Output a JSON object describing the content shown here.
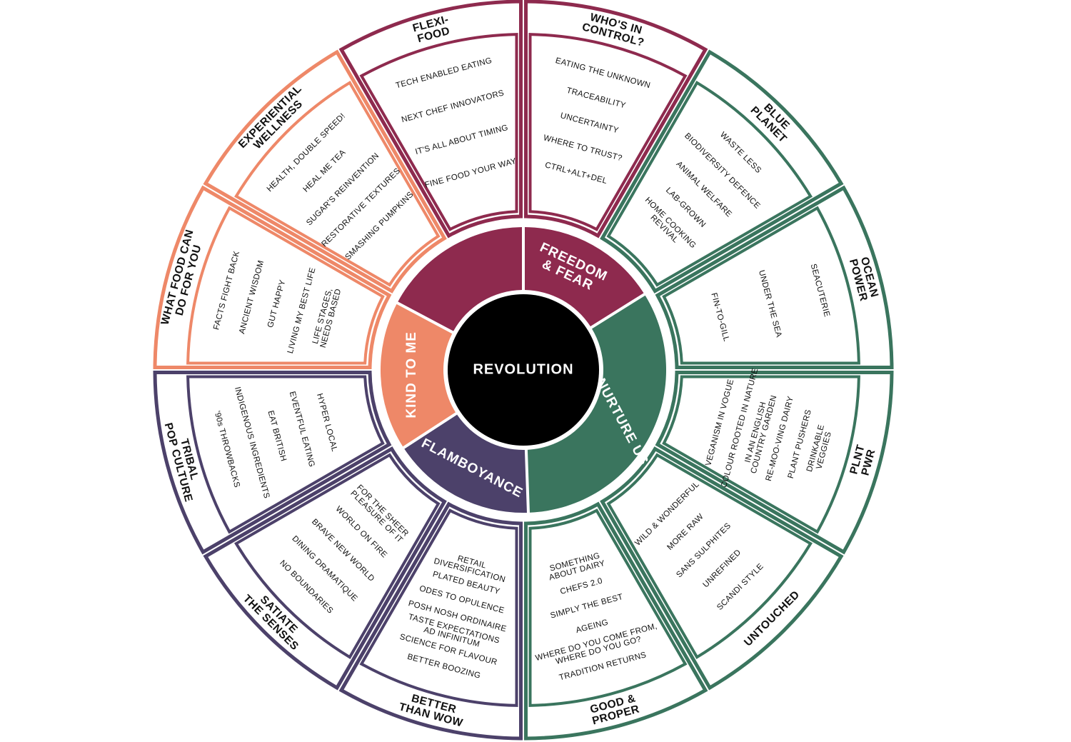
{
  "center": {
    "label": "REVOLUTION",
    "color": "#000000"
  },
  "themes": [
    {
      "label": "FREEDOM\n& FEAR",
      "color": "#8E2A4E"
    },
    {
      "label": "NURTURE US",
      "color": "#3A755E"
    },
    {
      "label": "FLAMBOYANCE",
      "color": "#4C416A"
    },
    {
      "label": "KIND TO ME",
      "color": "#EE8868"
    }
  ],
  "sections": [
    {
      "theme": 0,
      "title": "WHO'S IN\nCONTROL?",
      "items": [
        "EATING THE UNKNOWN",
        "TRACEABILITY",
        "UNCERTAINTY",
        "WHERE TO TRUST?",
        "CTRL+ALT+DEL"
      ]
    },
    {
      "theme": 1,
      "title": "BLUE\nPLANET",
      "items": [
        "WASTE LESS",
        "BIODIVERSITY DEFENCE",
        "ANIMAL  WELFARE",
        "LAB-GROWN",
        "HOME COOKING\nREVIVAL"
      ]
    },
    {
      "theme": 1,
      "title": "OCEAN\nPOWER",
      "items": [
        "SEACUTERIE",
        "UNDER THE SEA",
        "FIN-TO-GILL"
      ]
    },
    {
      "theme": 1,
      "title": "PLNT\nPWR",
      "items": [
        "VEGANISM IN VOGUE",
        "COLOUR ROOTED IN NATURE",
        "IN AN ENGLISH\nCOUNTRY GARDEN",
        "RE-MOO-VING DAIRY",
        "PLANT PUSHERS",
        "DRINKABLE\nVEGGIES"
      ]
    },
    {
      "theme": 1,
      "title": "UNTOUCHED",
      "items": [
        "WILD & WONDERFUL",
        "MORE RAW",
        "SANS SULPHITES",
        "UNREFINED",
        "SCANDI STYLE"
      ]
    },
    {
      "theme": 1,
      "title": "GOOD &\nPROPER",
      "items": [
        "SOMETHING\nABOUT DAIRY",
        "CHEFS 2.0",
        "SIMPLY THE BEST",
        "AGEING",
        "WHERE DO YOU COME FROM,\nWHERE DO YOU GO?",
        "TRADITION RETURNS"
      ]
    },
    {
      "theme": 2,
      "title": "BETTER\nTHAN WOW",
      "items": [
        "RETAIL\nDIVERSIFICATION",
        "PLATED BEAUTY",
        "ODES TO OPULENCE",
        "POSH NOSH ORDINAIRE",
        "TASTE EXPECTATIONS\nAD INFINITUM",
        "SCIENCE FOR FLAVOUR",
        "BETTER BOOZING"
      ]
    },
    {
      "theme": 2,
      "title": "SATIATE\nTHE SENSES",
      "items": [
        "FOR THE SHEER\nPLEASURE OF IT",
        "WORLD ON FIRE",
        "BRAVE NEW WORLD",
        "DINING DRAMATIQUE",
        "NO BOUNDARIES"
      ]
    },
    {
      "theme": 2,
      "title": "TRIBAL\nPOP CULTURE",
      "items": [
        "HYPER LOCAL",
        "EVENTFUL EATING",
        "EAT BRITISH",
        "INDIGENOUS INGREDIENTS",
        "'90s THROWBACKS"
      ]
    },
    {
      "theme": 3,
      "title": "WHAT FOOD CAN\nDO FOR YOU",
      "items": [
        "FACTS FIGHT BACK",
        "ANCIENT WISDOM",
        "GUT HAPPY",
        "LIVING MY BEST LIFE",
        "LIFE STAGES,\nNEEDS BASED"
      ]
    },
    {
      "theme": 3,
      "title": "EXPERIENTIAL\nWELLNESS",
      "items": [
        "HEALTH, DOUBLE SPEED!",
        "HEAL ME TEA",
        "SUGAR'S REINVENTION",
        "RESTORATIVE TEXTURES",
        "SMASHING PUMPKINS"
      ]
    },
    {
      "theme": 0,
      "title": "FLEXI-\nFOOD",
      "items": [
        "TECH ENABLED EATING",
        "NEXT CHEF INNOVATORS",
        "IT'S ALL ABOUT TIMING",
        "FINE FOOD YOUR WAY"
      ]
    }
  ]
}
